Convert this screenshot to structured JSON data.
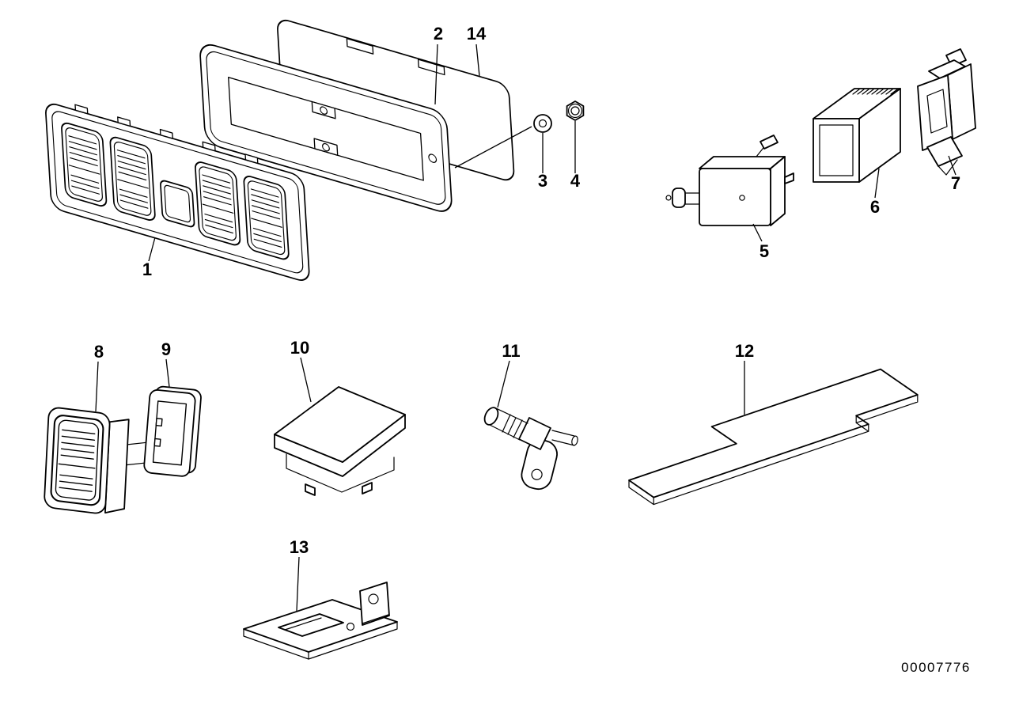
{
  "diagram": {
    "part_labels": {
      "p1": "1",
      "p2": "2",
      "p3": "3",
      "p4": "4",
      "p5": "5",
      "p6": "6",
      "p7": "7",
      "p8": "8",
      "p9": "9",
      "p10": "10",
      "p11": "11",
      "p12": "12",
      "p13": "13",
      "p14": "14"
    },
    "document_number": "00007776",
    "colors": {
      "line": "#000000",
      "background": "#ffffff"
    }
  }
}
